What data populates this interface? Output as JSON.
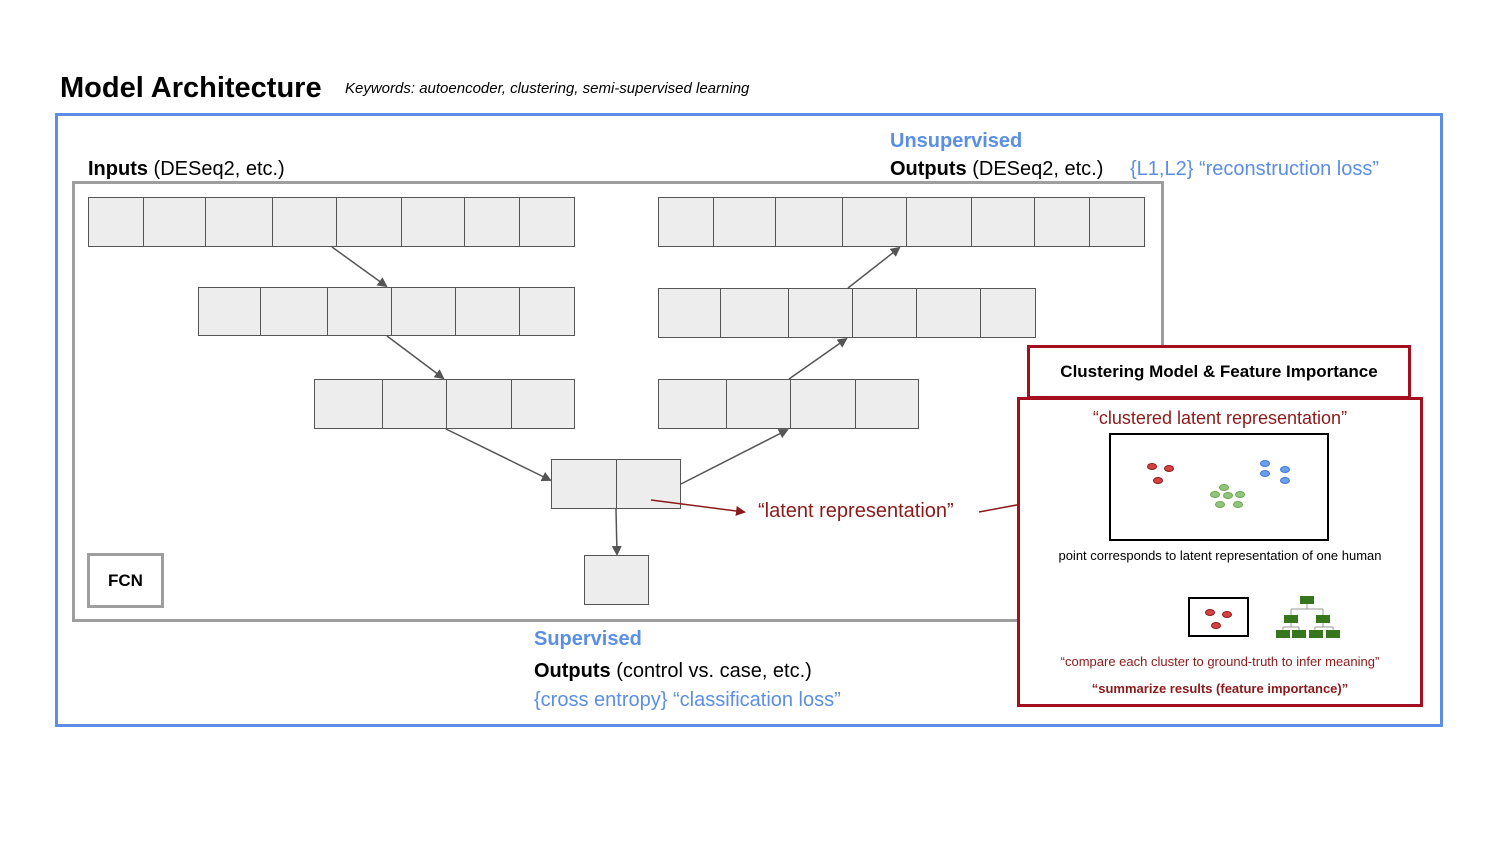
{
  "header": {
    "title": "Model Architecture",
    "keywords": "Keywords: autoencoder, clustering, semi-supervised learning"
  },
  "inputs": {
    "bold": "Inputs",
    "rest": " (DESeq2, etc.)"
  },
  "unsupervised": {
    "heading": "Unsupervised",
    "outputs_bold": "Outputs",
    "outputs_rest": " (DESeq2, etc.)",
    "loss": "{L1,L2} “reconstruction loss”"
  },
  "supervised": {
    "heading": "Supervised",
    "outputs_bold": "Outputs",
    "outputs_rest": " (control vs. case, etc.)",
    "loss": "{cross entropy} “classification loss”"
  },
  "fcn_label": "FCN",
  "latent_label": "“latent representation”",
  "clustering": {
    "header": "Clustering Model & Feature Importance",
    "clustered_label": "“clustered latent representation”",
    "point_caption": "point corresponds to latent representation of one human",
    "compare_caption": "“compare each cluster to ground-truth to infer meaning”",
    "summarize_caption": "“summarize results (feature importance)”"
  },
  "colors": {
    "frame_blue": "#5b8ee6",
    "frame_red": "#a50e1e",
    "label_blue": "#5b8ee6",
    "label_red": "#8b1a1a",
    "cell_fill": "#ededee",
    "tree_green": "#38761d"
  },
  "icons": [
    "tree-icon"
  ]
}
